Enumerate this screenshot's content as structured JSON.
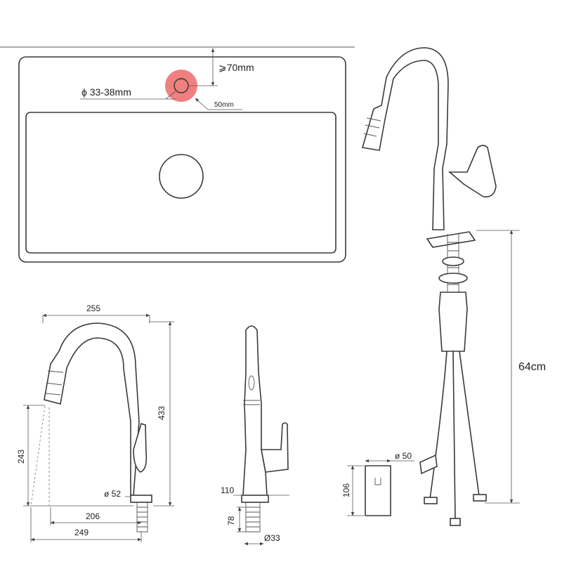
{
  "sink_diagram": {
    "hole_diameter": "ϕ 33-38mm",
    "min_distance": "⩾70mm",
    "edge_offset": "50mm",
    "hole_color": "#f08080"
  },
  "side_view": {
    "reach": "255",
    "height": "433",
    "spout_height": "243",
    "base_diameter": "ø 52",
    "dim_206": "206",
    "dim_249": "249"
  },
  "front_view": {
    "body_height": "110",
    "shank_length": "78",
    "shank_diameter": "Ø33"
  },
  "exploded_view": {
    "total_length": "64cm",
    "weight_diameter": "ø 50",
    "weight_height": "106"
  },
  "icons": {
    "faucet": "faucet-icon",
    "sink": "sink-icon"
  }
}
